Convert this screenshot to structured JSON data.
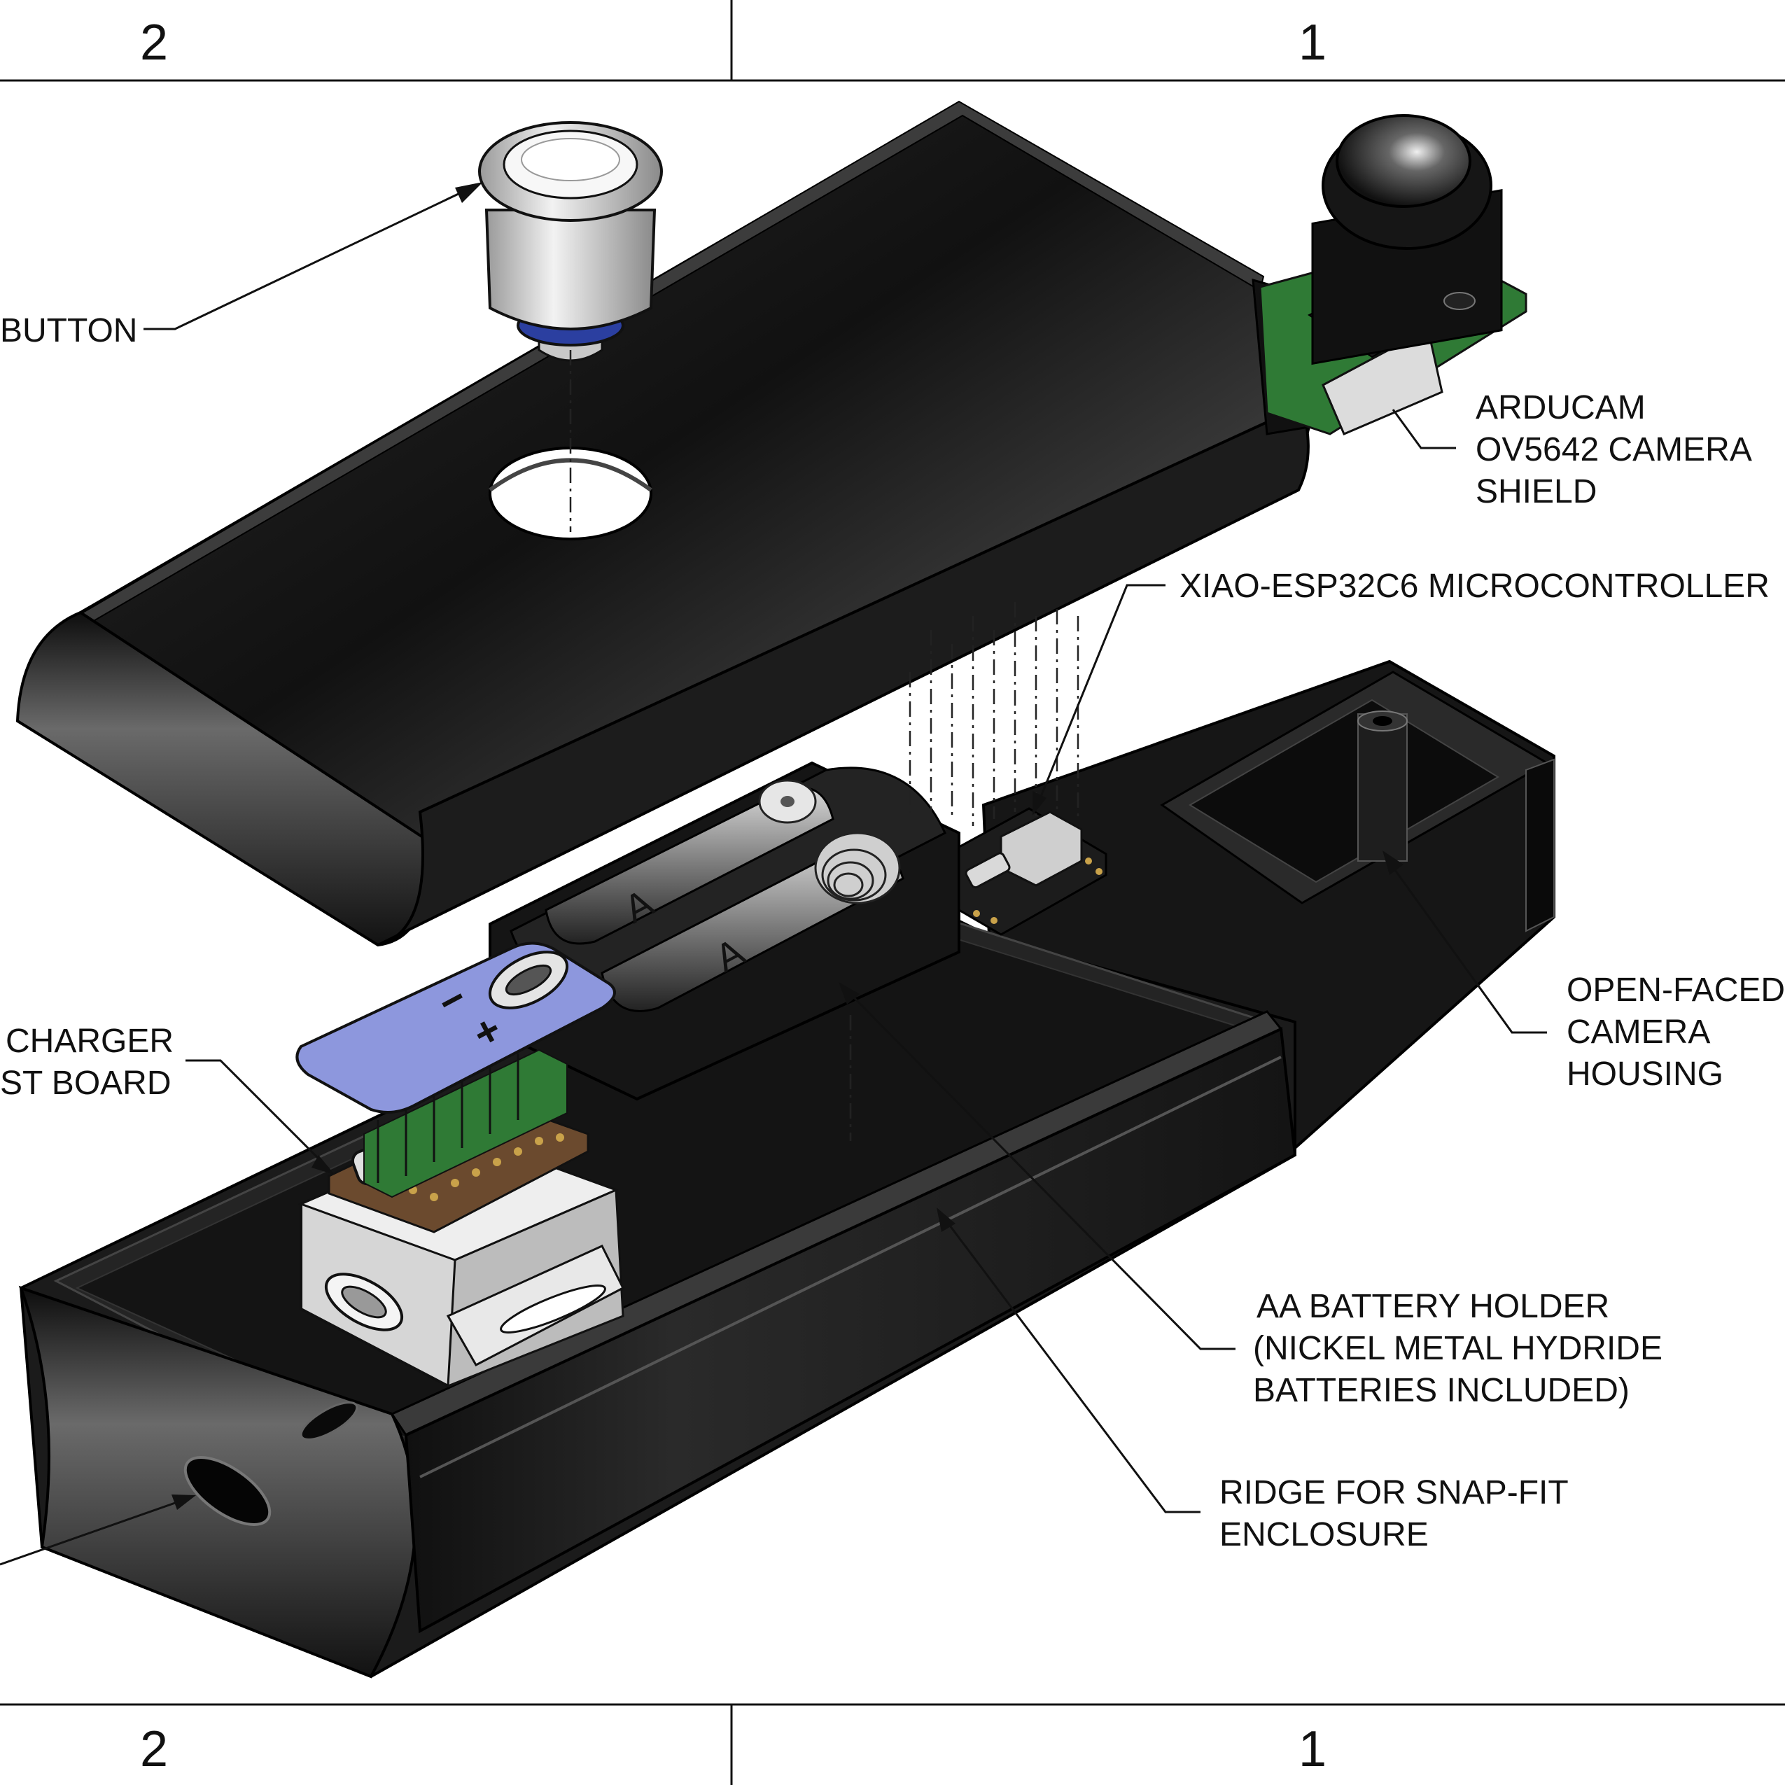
{
  "drawing": {
    "title_block": {
      "top_zones": [
        "2",
        "1"
      ],
      "bottom_zones": [
        "2",
        "1"
      ]
    },
    "callouts": {
      "button": [
        "BUTTON"
      ],
      "camera_shield": [
        "ARDUCAM",
        "OV5642 CAMERA",
        "SHIELD"
      ],
      "microcontroller": [
        "XIAO-ESP32C6 MICROCONTROLLER"
      ],
      "camera_housing": [
        "OPEN-FACED",
        "CAMERA",
        "HOUSING"
      ],
      "charger": [
        "CHARGER",
        "ST BOARD"
      ],
      "battery_holder": [
        "AA BATTERY HOLDER",
        "(NICKEL METAL HYDRIDE",
        "BATTERIES INCLUDED)"
      ],
      "ridge": [
        "RIDGE FOR SNAP-FIT",
        "ENCLOSURE"
      ]
    },
    "markings": {
      "battery_a_1": "A",
      "battery_a_2": "A",
      "minus": "−",
      "plus": "+"
    },
    "colors": {
      "enclosure": "#1a1a1a",
      "enclosure_highlight": "#6f6f6f",
      "pcb_green": "#2f7a35",
      "charger_plate": "#8d97dd",
      "pcb_brown": "#6b4a2e",
      "metal_silver": "#d9d9d9",
      "button_blue": "#2b3fa0"
    }
  }
}
